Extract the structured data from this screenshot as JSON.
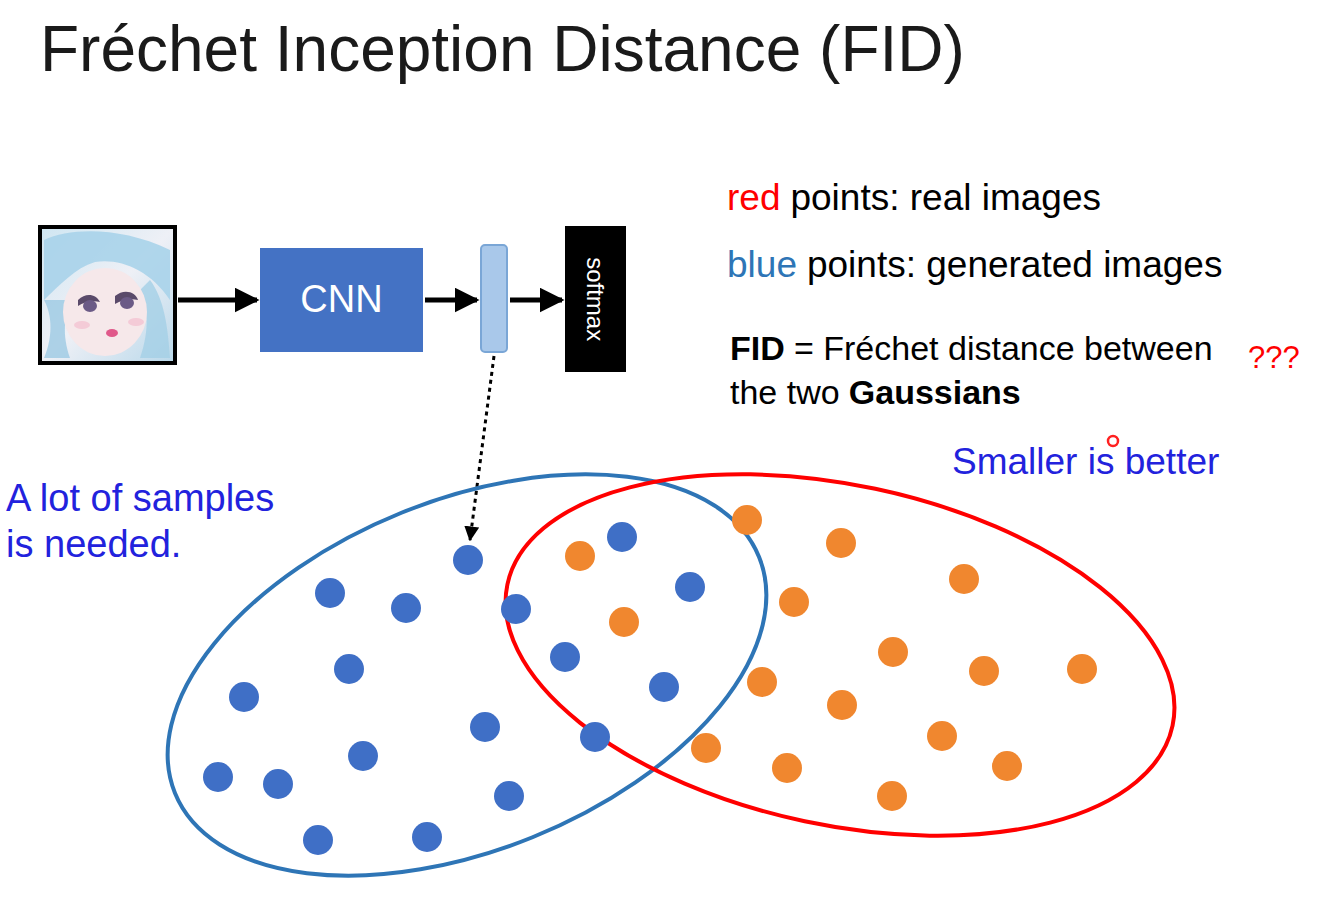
{
  "diagram": {
    "title": "Fréchet Inception Distance (FID)",
    "nodes": [
      {
        "text": [
          "CNN"
        ]
      },
      {
        "text": [
          "softmax"
        ]
      }
    ],
    "labels": [
      "red",
      "points: real images",
      "blue",
      "points: generated images",
      "FID",
      "= Fréchet distance between the two",
      "Gaussians",
      "???",
      "Smaller is better",
      "A lot of samples is needed."
    ]
  }
}
